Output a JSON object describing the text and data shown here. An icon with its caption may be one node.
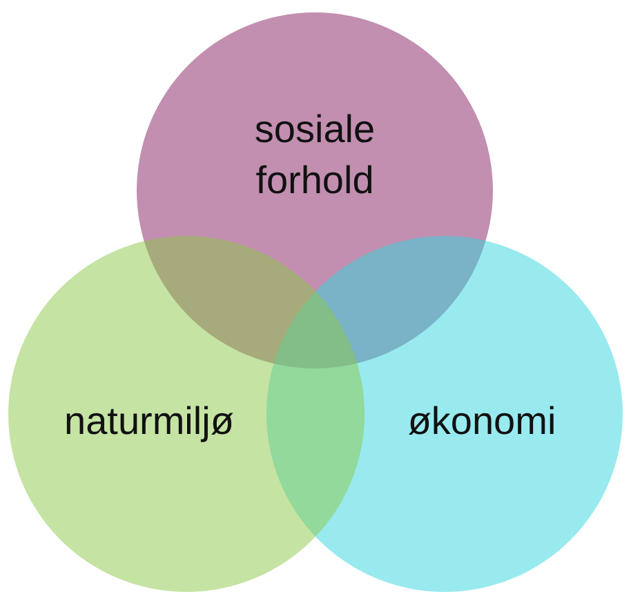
{
  "diagram": {
    "nodes": [
      {
        "text": [
          "sosiale forhold"
        ]
      },
      {
        "text": [
          "naturmiljø"
        ]
      },
      {
        "text": [
          "økonomi"
        ]
      }
    ]
  }
}
